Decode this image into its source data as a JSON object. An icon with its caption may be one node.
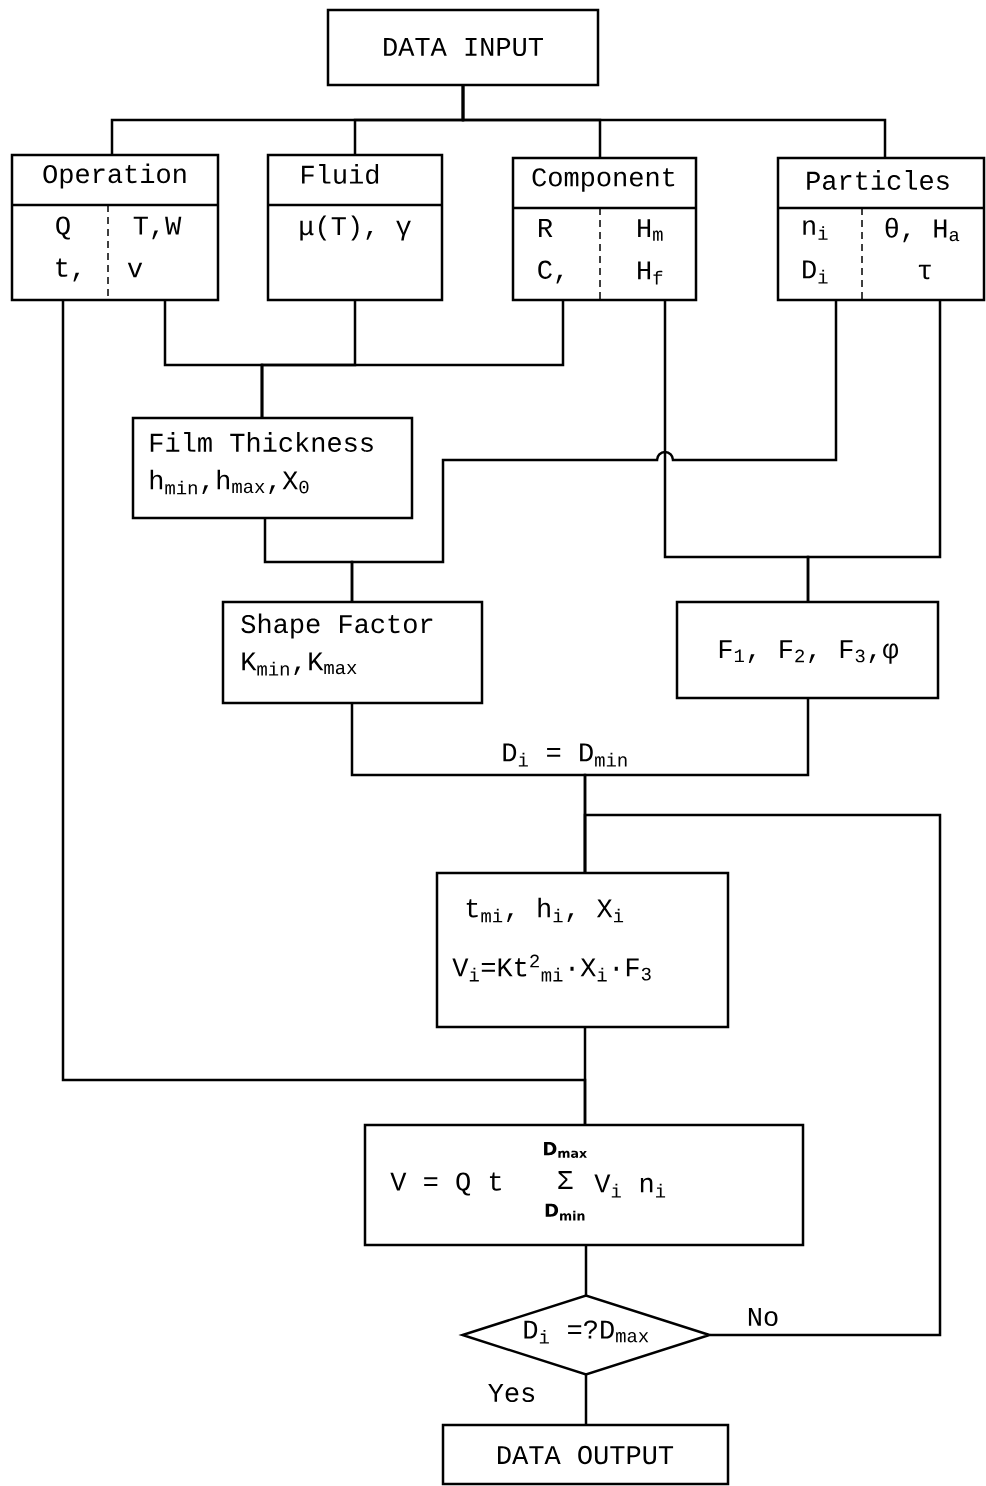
{
  "diagram": {
    "nodes": [
      {
        "text": [
          "DATA INPUT"
        ]
      },
      {
        "text": [
          "Operation",
          "Q",
          "T,W",
          "t,",
          "v"
        ]
      },
      {
        "text": [
          "Fluid",
          "μ(T), γ"
        ]
      },
      {
        "text": [
          "Component",
          "R",
          "H$_{m}$",
          "C,",
          "H$_{f}$"
        ]
      },
      {
        "text": [
          "Particles",
          "n$_{i}$",
          "θ, H$_{a}$",
          "D$_{i}$",
          "τ"
        ]
      },
      {
        "text": [
          "Film Thickness",
          "h$_{min}$,h$_{max}$,X$_{0}$"
        ]
      },
      {
        "text": [
          "Shape Factor",
          "K$_{min}$,K$_{max}$"
        ]
      },
      {
        "text": [
          "F$_{1}$, F$_{2}$, F$_{3}$,φ"
        ]
      },
      {
        "text": [
          "t$_{mi}$, h$_{i}$, X$_{i}$",
          "V$_{i}$=Kt$^{2}$$_{mi}$·X$_{i}$·F$_{3}$"
        ]
      },
      {
        "text": [
          "V = Q t",
          "D$_{max}$",
          "Σ",
          "D$_{min}$",
          "V$_{i}$ n$_{i}$"
        ]
      },
      {
        "text": [
          "D$_{i}$ =?D$_{max}$"
        ]
      },
      {
        "text": [
          "DATA OUTPUT"
        ]
      }
    ],
    "edges": [
      {
        "from": 0,
        "to": 1,
        "arrow": "none"
      },
      {
        "from": 0,
        "to": 2,
        "arrow": "none"
      },
      {
        "from": 0,
        "to": 3,
        "arrow": "none"
      },
      {
        "from": 0,
        "to": 4,
        "arrow": "none"
      },
      {
        "from": 1,
        "to": 5,
        "arrow": "none"
      },
      {
        "from": 2,
        "to": 5,
        "arrow": "none"
      },
      {
        "from": 3,
        "to": 5,
        "arrow": "none"
      },
      {
        "from": 5,
        "to": 6,
        "arrow": "none"
      },
      {
        "from": 4,
        "to": 6,
        "arrow": "none"
      },
      {
        "from": 3,
        "to": 7,
        "arrow": "none"
      },
      {
        "from": 4,
        "to": 7,
        "arrow": "none"
      },
      {
        "from": 6,
        "to": 8,
        "arrow": "none",
        "label": "D$_{i}$ = D$_{min}$"
      },
      {
        "from": 7,
        "to": 8,
        "arrow": "none"
      },
      {
        "from": 8,
        "to": 9,
        "arrow": "none"
      },
      {
        "from": 1,
        "to": 9,
        "arrow": "none"
      },
      {
        "from": 9,
        "to": 10,
        "arrow": "none"
      },
      {
        "from": 10,
        "to": 11,
        "arrow": "none",
        "label": "Yes"
      },
      {
        "from": 10,
        "to": 8,
        "arrow": "none",
        "label": "No"
      }
    ]
  }
}
